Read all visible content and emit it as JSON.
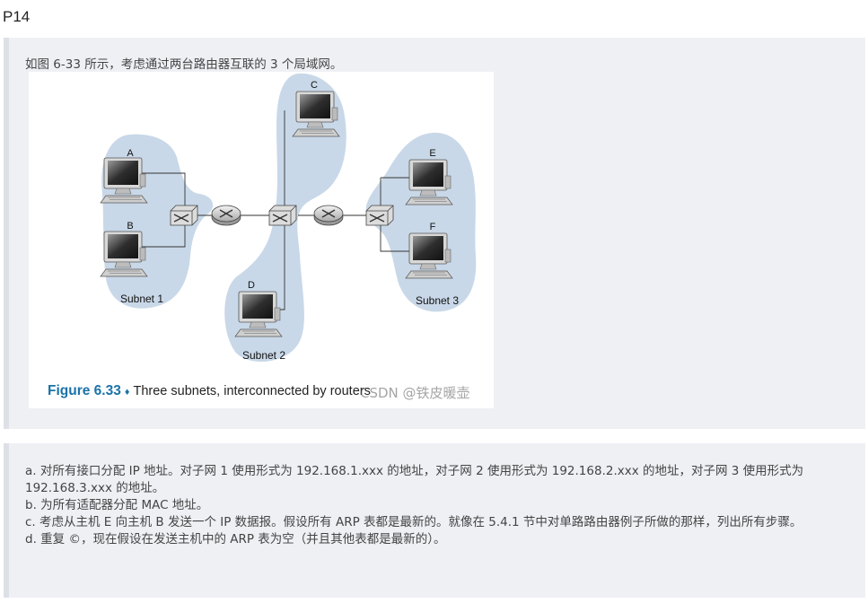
{
  "heading": "P14",
  "intro": "如图 6-33 所示，考虑通过两台路由器互联的 3 个局域网。",
  "figure": {
    "host_labels": [
      "A",
      "B",
      "C",
      "D",
      "E",
      "F"
    ],
    "subnet_labels": [
      "Subnet 1",
      "Subnet 2",
      "Subnet 3"
    ],
    "caption_label": "Figure 6.33",
    "caption_bullet": "♦",
    "caption_text": "Three subnets, interconnected by routers",
    "watermark": "CSDN @铁皮暖壶"
  },
  "questions": [
    "a. 对所有接口分配 IP 地址。对子网 1 使用形式为 192.168.1.xxx 的地址，对子网 2 使用形式为 192.168.2.xxx 的地址，对子网 3 使用形式为 192.168.3.xxx 的地址。",
    "b. 为所有适配器分配 MAC 地址。",
    "c. 考虑从主机 E 向主机 B 发送一个 IP 数据报。假设所有 ARP 表都是最新的。就像在 5.4.1 节中对单路路由器例子所做的那样，列出所有步骤。",
    "d. 重复 ©，现在假设在发送主机中的 ARP 表为空（并且其他表都是最新的）。"
  ]
}
